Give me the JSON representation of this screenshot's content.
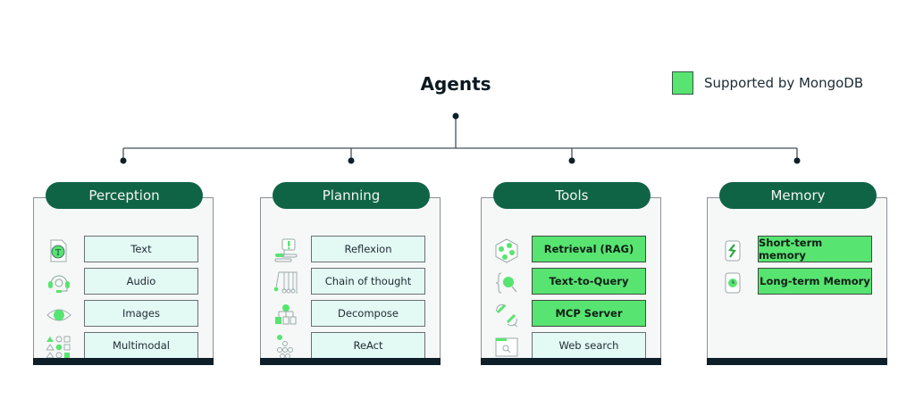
{
  "title": "Agents",
  "legend": {
    "label": "Supported by MongoDB",
    "color": "#58e470"
  },
  "colors": {
    "header_bg": "#106446",
    "supported": "#58e470",
    "unsupported": "#e3f9f4",
    "footer": "#0e1f29"
  },
  "categories": [
    {
      "name": "Perception",
      "items": [
        {
          "label": "Text",
          "icon": "text-document-icon",
          "supported": false
        },
        {
          "label": "Audio",
          "icon": "headset-icon",
          "supported": false
        },
        {
          "label": "Images",
          "icon": "eye-icon",
          "supported": false
        },
        {
          "label": "Multimodal",
          "icon": "shapes-grid-icon",
          "supported": false
        }
      ]
    },
    {
      "name": "Planning",
      "items": [
        {
          "label": "Reflexion",
          "icon": "speech-alert-icon",
          "supported": false
        },
        {
          "label": "Chain of thought",
          "icon": "newton-cradle-icon",
          "supported": false
        },
        {
          "label": "Decompose",
          "icon": "hierarchy-icon",
          "supported": false
        },
        {
          "label": "ReAct",
          "icon": "dots-cluster-icon",
          "supported": false
        }
      ]
    },
    {
      "name": "Tools",
      "items": [
        {
          "label": "Retrieval (RAG)",
          "icon": "hexagon-nodes-icon",
          "supported": true
        },
        {
          "label": "Text-to-Query",
          "icon": "braces-search-icon",
          "supported": true
        },
        {
          "label": "MCP Server",
          "icon": "plug-connector-icon",
          "supported": true
        },
        {
          "label": "Web search",
          "icon": "browser-search-icon",
          "supported": false
        }
      ]
    },
    {
      "name": "Memory",
      "items": [
        {
          "label": "Short-term memory",
          "icon": "bolt-jar-icon",
          "supported": true
        },
        {
          "label": "Long-term Memory",
          "icon": "clock-jar-icon",
          "supported": true
        }
      ]
    }
  ]
}
